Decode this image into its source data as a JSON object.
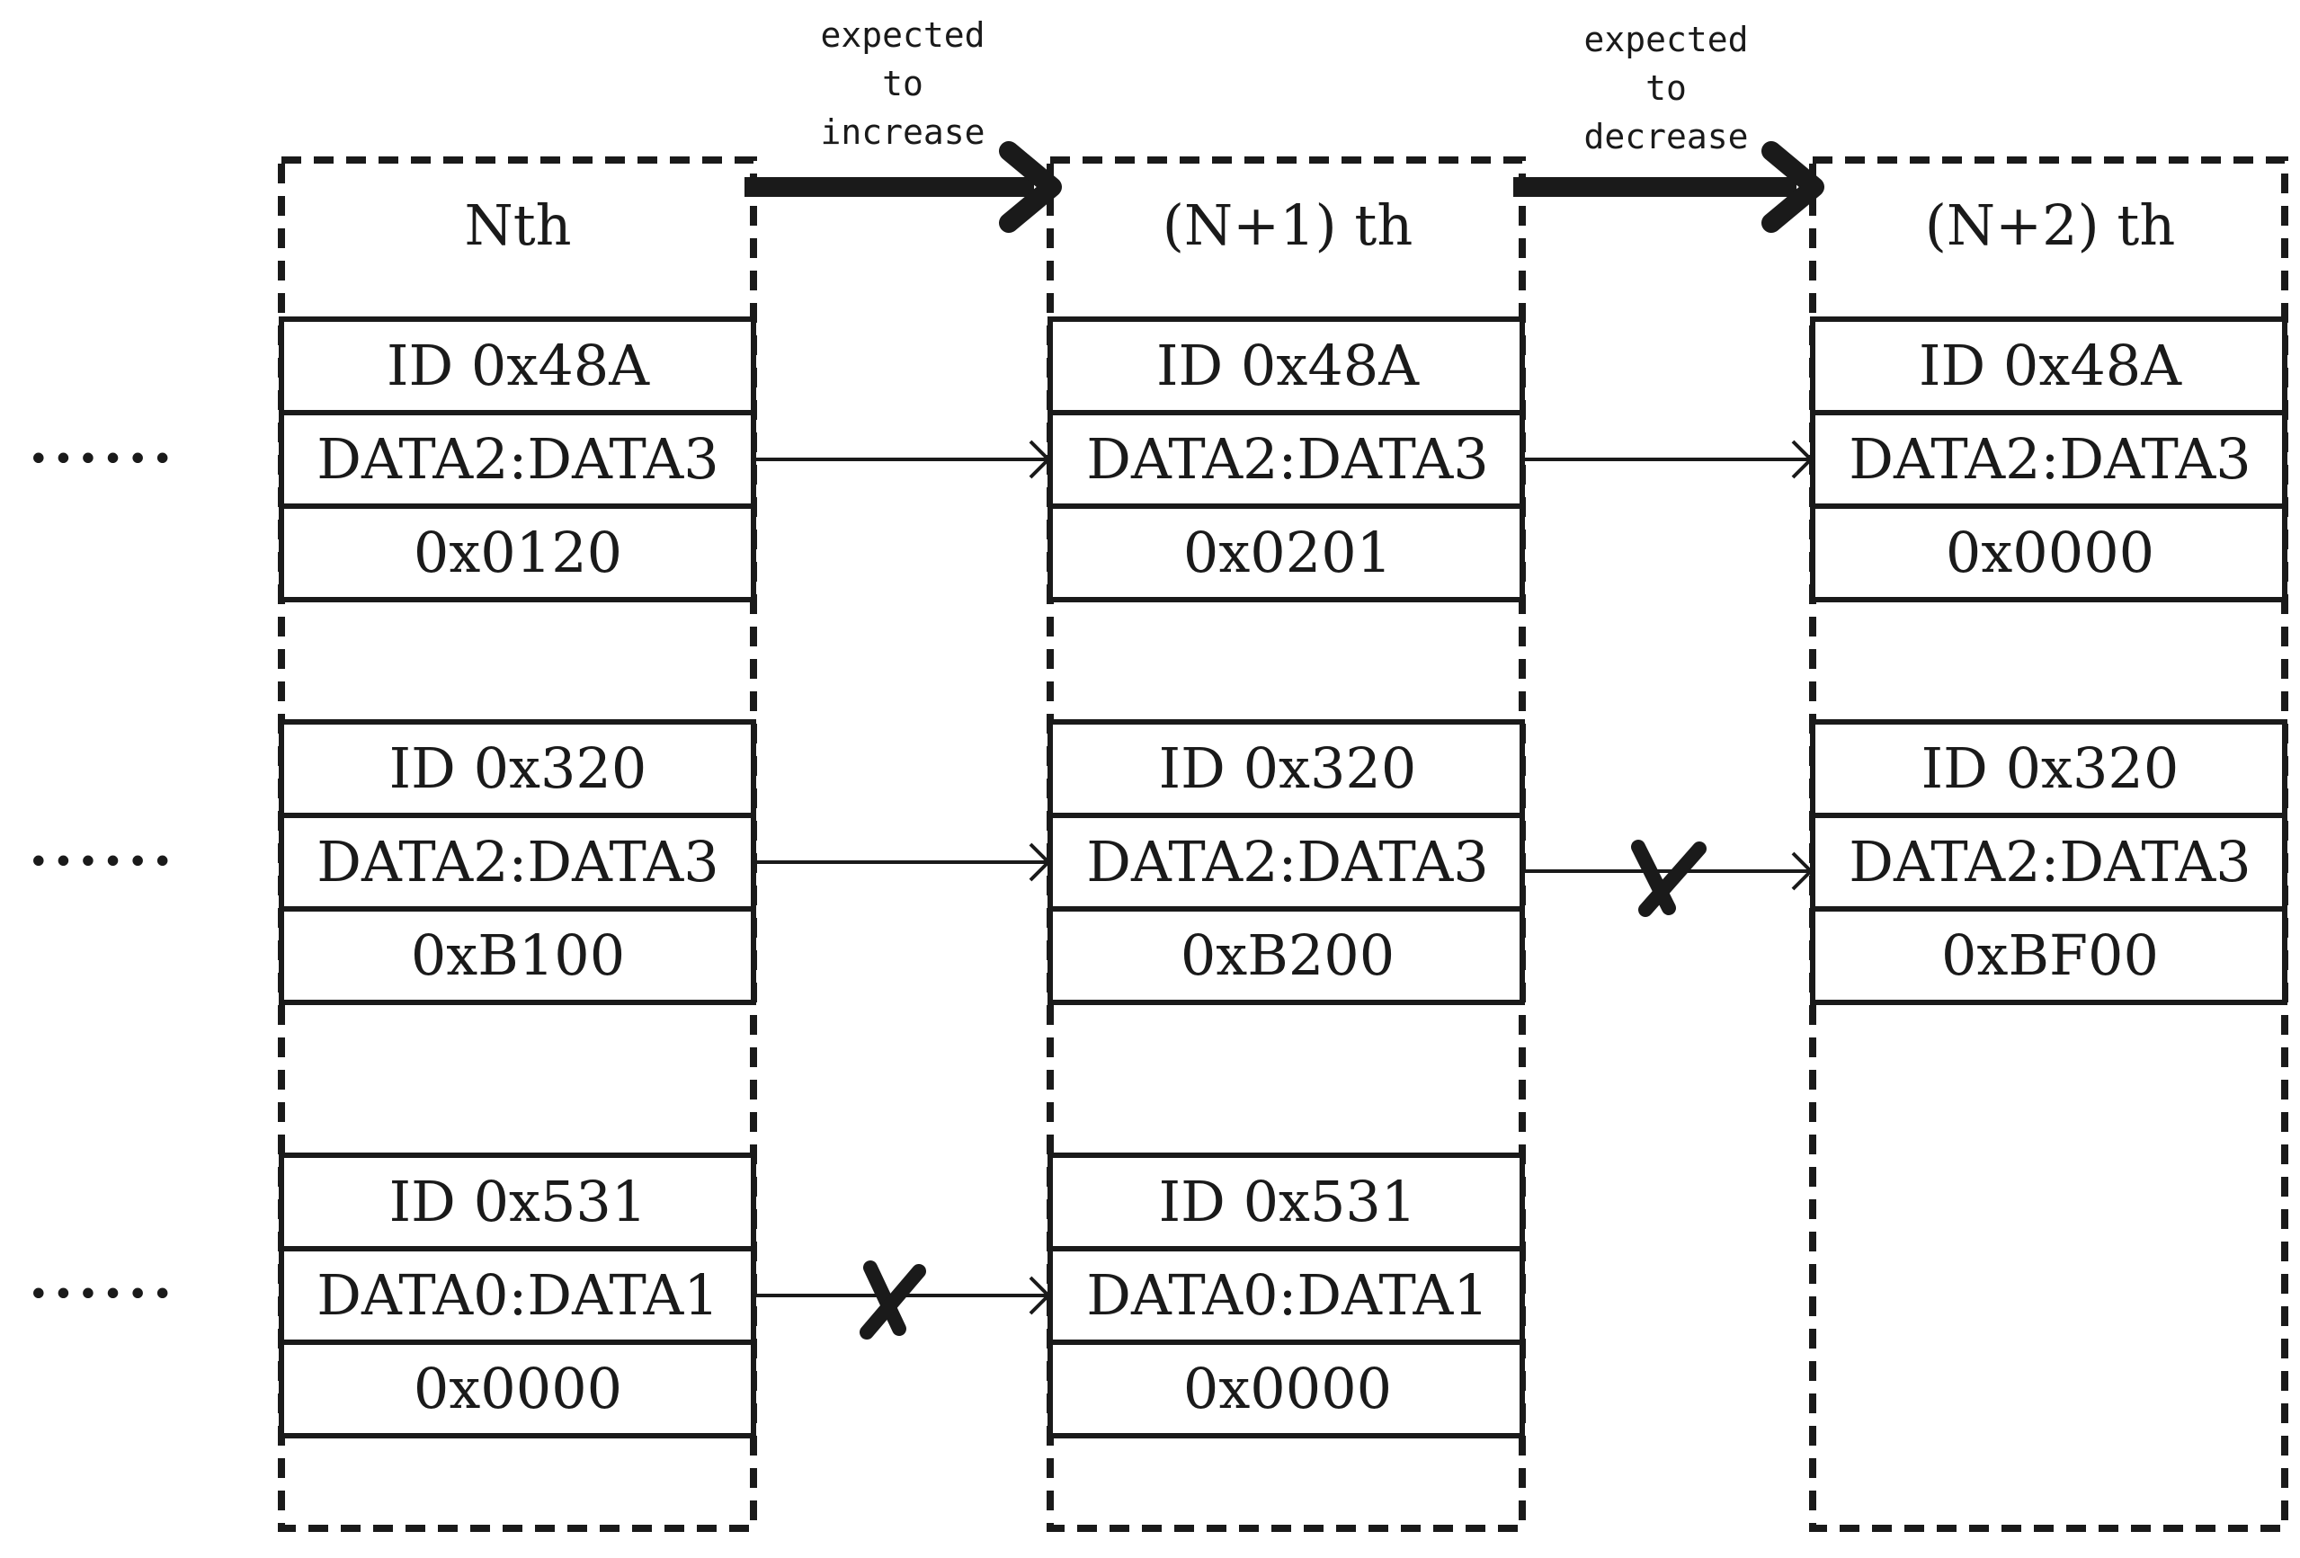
{
  "columns": [
    {
      "title": "Nth",
      "groups": [
        {
          "id": "ID 0x48A",
          "field": "DATA2:DATA3",
          "value": "0x0120"
        },
        {
          "id": "ID 0x320",
          "field": "DATA2:DATA3",
          "value": "0xB100"
        },
        {
          "id": "ID 0x531",
          "field": "DATA0:DATA1",
          "value": "0x0000"
        }
      ]
    },
    {
      "title": "(N+1) th",
      "groups": [
        {
          "id": "ID 0x48A",
          "field": "DATA2:DATA3",
          "value": "0x0201"
        },
        {
          "id": "ID 0x320",
          "field": "DATA2:DATA3",
          "value": "0xB200"
        },
        {
          "id": "ID 0x531",
          "field": "DATA0:DATA1",
          "value": "0x0000"
        }
      ]
    },
    {
      "title": "(N+2) th",
      "groups": [
        {
          "id": "ID 0x48A",
          "field": "DATA2:DATA3",
          "value": "0x0000"
        },
        {
          "id": "ID 0x320",
          "field": "DATA2:DATA3",
          "value": "0xBF00"
        }
      ]
    }
  ],
  "transitions": [
    {
      "lines": [
        "expected",
        "to",
        "increase"
      ]
    },
    {
      "lines": [
        "expected",
        "to",
        "decrease"
      ]
    }
  ],
  "ellipsis": "......",
  "icons": {
    "big_arrow": "thick-right-arrow-icon",
    "small_arrow": "open-arrowhead-icon",
    "reject": "cross-mark-icon"
  },
  "colors": {
    "ink": "#1a1a1a",
    "background": "#ffffff"
  }
}
